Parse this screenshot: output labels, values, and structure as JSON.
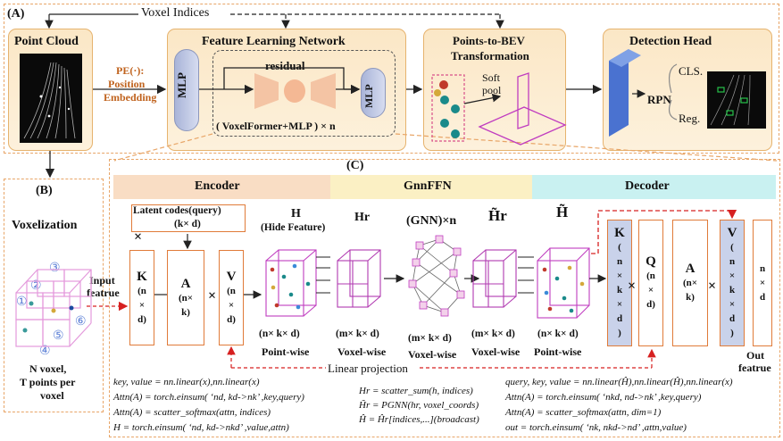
{
  "sections": {
    "a": "(A)",
    "b": "(B)",
    "c": "(C)"
  },
  "top": {
    "voxel_indices": "Voxel Indices",
    "point_cloud": "Point Cloud",
    "pe_line1": "PE(·):",
    "pe_line2": "Position",
    "pe_line3": "Embedding",
    "fln_title": "Feature Learning Network",
    "mlp_left": "MLP",
    "mlp_right": "MLP",
    "residual": "residual",
    "voxelformer": "( VoxelFormer+MLP ) × n",
    "p2b_line1": "Points-to-BEV",
    "p2b_line2": "Transformation",
    "soft_line1": "Soft",
    "soft_line2": "pool",
    "det_title": "Detection Head",
    "rpn": "RPN",
    "cls": "CLS.",
    "reg": "Reg."
  },
  "voxelization": {
    "title": "Voxelization",
    "caption_line1": "N voxel,",
    "caption_line2": "T points per",
    "caption_line3": "voxel",
    "nums": [
      "①",
      "②",
      "③",
      "④",
      "⑤",
      "⑥"
    ]
  },
  "panel": {
    "encoder": "Encoder",
    "gnnffn": "GnnFFN",
    "decoder": "Decoder",
    "latent_line1": "Latent codes(query)",
    "latent_line2": "(k× d)",
    "times": "×",
    "input_line1": "Input",
    "input_line2": "featrue",
    "K_label": "K",
    "K_dims": [
      "(n",
      "×",
      "d)"
    ],
    "A_label": "A",
    "A_dims": [
      "(n×",
      "k)"
    ],
    "V_label": "V",
    "V_dims": [
      "(n",
      "×",
      "d)"
    ],
    "H_title": "H",
    "H_sub": "(Hide Feature)",
    "Hr_title": "Hr",
    "gnn_title": "(GNN)×n",
    "Hr_tilde": "H̃r",
    "H_tilde": "H̃",
    "dim1": "(n× k× d)",
    "dim2": "(m× k× d)",
    "dim3": "(m× k× d)",
    "dim4": "(m× k× d)",
    "dim5": "(n× k× d)",
    "wise1": "Point-wise",
    "wise2": "Voxel-wise",
    "wise3": "Voxel-wise",
    "wise4": "Voxel-wise",
    "wise5": "Point-wise",
    "dK": [
      "K",
      "(",
      "n",
      "×",
      "k",
      "×",
      "d",
      ")"
    ],
    "dQ": [
      "Q",
      "(n",
      "×",
      "d)"
    ],
    "dA": [
      "A",
      "(n×",
      "k)"
    ],
    "dV": [
      "V",
      "(",
      "n",
      "×",
      "k",
      "×",
      "d",
      ")"
    ],
    "dOut": [
      "n",
      "×",
      "d"
    ],
    "out_line1": "Out",
    "out_line2": "featrue",
    "linear_projection": "Linear projection"
  },
  "code": {
    "enc1": "key, value = nn.linear(x),nn.linear(x)",
    "enc2": "Attn(A) = torch.einsum( ‘nd, kd->nk’ ,key,query)",
    "enc3": "Attn(A) = scatter_softmax(attn, indices)",
    "enc4": "H = torch.einsum( ‘nd, kd->nkd’ ,value,attn)",
    "gnn1": "Hr = scatter_sum(h, indices)",
    "gnn2": "H̃r = PGNN(hr, voxel_coords)",
    "gnn3": "Ĥ = Ĥr[indices,...](broadcast)",
    "dec1": "query, key, value = nn.linear(Ĥ),nn.linear(Ĥ),nn.linear(x)",
    "dec2": "Attn(A) = torch.einsum( ‘nkd, nd->nk’ ,key,query)",
    "dec3": "Attn(A) = scatter_softmax(attn, dim=1)",
    "dec4": "out = torch.einsum( ‘nk, nkd->nd’ ,attn,value)"
  },
  "colors": {
    "stage_fill": "#fbe7c6",
    "dashed_orange": "#e8a567",
    "encoder_band": "#f9ddc4",
    "gnnffn_band": "#fbf0c4",
    "decoder_band": "#c9f1f1",
    "pe_text": "#c0631e",
    "red_arrow": "#d62020",
    "magenta": "#c03cc0",
    "blue_face": "#5b7fd6"
  }
}
